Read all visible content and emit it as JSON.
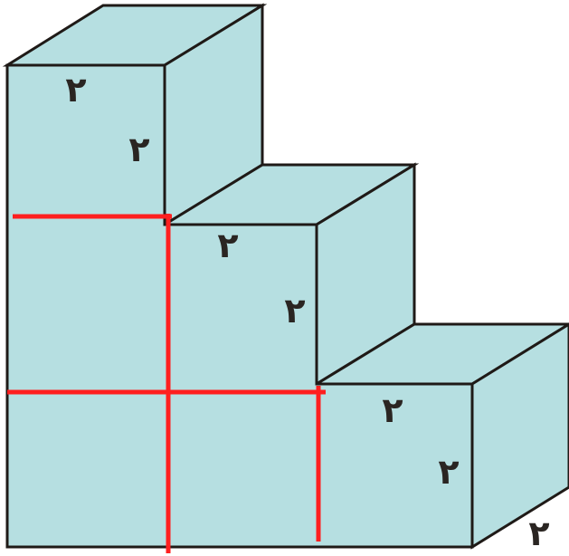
{
  "diagram": {
    "colors": {
      "fill": "#b6dfe1",
      "edge": "#1f1a17",
      "cut_line": "#ff1f1f",
      "label": "#2a2522"
    },
    "labels": {
      "col1_top_edge": "٢",
      "col1_side_edge": "٢",
      "col2_top_edge": "٢",
      "col2_side_edge": "٢",
      "col3_top_edge": "٢",
      "col3_side_edge": "٢",
      "col3_depth_edge": "٢"
    }
  }
}
